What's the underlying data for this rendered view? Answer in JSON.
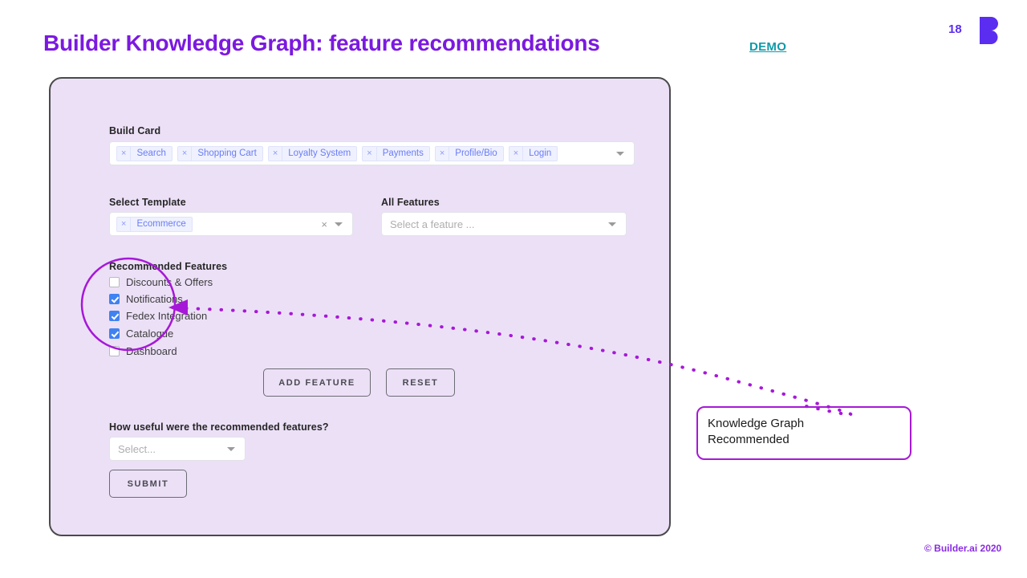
{
  "header": {
    "title": "Builder Knowledge Graph: feature recommendations",
    "demo_label": "DEMO",
    "page_number": "18",
    "logo_name": "builder-b-logo",
    "title_color": "#7b19e0",
    "demo_color": "#0f9aa8",
    "page_number_color": "#5b2df0"
  },
  "form": {
    "build_card": {
      "label": "Build Card",
      "chips": [
        {
          "remove": "×",
          "label": "Search"
        },
        {
          "remove": "×",
          "label": "Shopping Cart"
        },
        {
          "remove": "×",
          "label": "Loyalty System"
        },
        {
          "remove": "×",
          "label": "Payments"
        },
        {
          "remove": "×",
          "label": "Profile/Bio"
        },
        {
          "remove": "×",
          "label": "Login"
        }
      ]
    },
    "select_template": {
      "label": "Select Template",
      "chips": [
        {
          "remove": "×",
          "label": "Ecommerce"
        }
      ],
      "clear": "×"
    },
    "all_features": {
      "label": "All Features",
      "placeholder": "Select a feature ..."
    },
    "recommended_features": {
      "label": "Recommended Features",
      "items": [
        {
          "label": "Discounts & Offers",
          "checked": false
        },
        {
          "label": "Notifications",
          "checked": true
        },
        {
          "label": "Fedex Integration",
          "checked": true
        },
        {
          "label": "Catalogue",
          "checked": true
        },
        {
          "label": "Dashboard",
          "checked": false
        }
      ]
    },
    "buttons": {
      "add_feature": "ADD FEATURE",
      "reset": "RESET",
      "submit": "SUBMIT"
    },
    "feedback": {
      "label": "How useful were the recommended features?",
      "placeholder": "Select..."
    }
  },
  "annotation": {
    "callout_line1": "Knowledge Graph",
    "callout_line2": "Recommended",
    "accent_color": "#a618d8"
  },
  "footer": {
    "copyright": "© Builder.ai 2020"
  }
}
